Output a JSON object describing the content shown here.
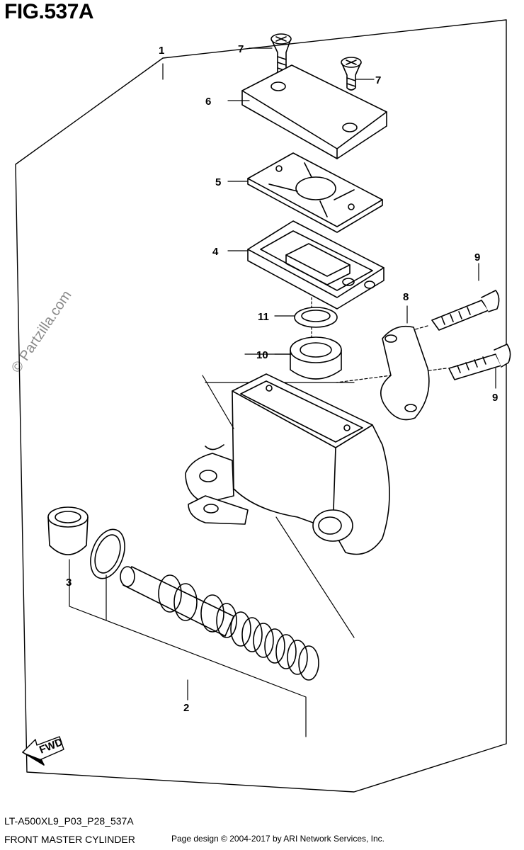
{
  "figure": {
    "title": "FIG.537A",
    "code": "LT-A500XL9_P03_P28_537A",
    "name": "FRONT MASTER CYLINDER",
    "credit": "Page design © 2004-2017 by ARI Network Services, Inc."
  },
  "watermark": {
    "text": "© Partzilla.com"
  },
  "callouts": {
    "c1": "1",
    "c2": "2",
    "c3": "3",
    "c4": "4",
    "c5": "5",
    "c6": "6",
    "c7a": "7",
    "c7b": "7",
    "c8": "8",
    "c9a": "9",
    "c9b": "9",
    "c10": "10",
    "c11": "11"
  },
  "fwd_arrow": {
    "label": "FWD"
  }
}
